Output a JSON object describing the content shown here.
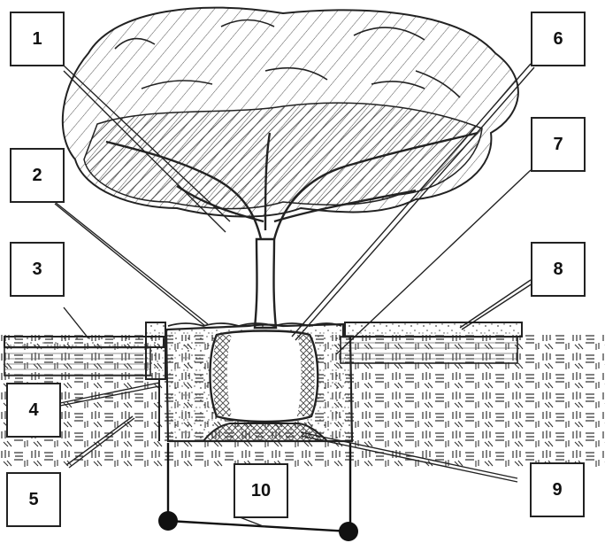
{
  "labels": [
    {
      "id": "1",
      "text": "1"
    },
    {
      "id": "2",
      "text": "2"
    },
    {
      "id": "3",
      "text": "3"
    },
    {
      "id": "4",
      "text": "4"
    },
    {
      "id": "5",
      "text": "5"
    },
    {
      "id": "6",
      "text": "6"
    },
    {
      "id": "7",
      "text": "7"
    },
    {
      "id": "8",
      "text": "8"
    },
    {
      "id": "9",
      "text": "9"
    },
    {
      "id": "10",
      "text": "10"
    }
  ],
  "colors": {
    "ink": "#222222",
    "background": "#ffffff"
  }
}
